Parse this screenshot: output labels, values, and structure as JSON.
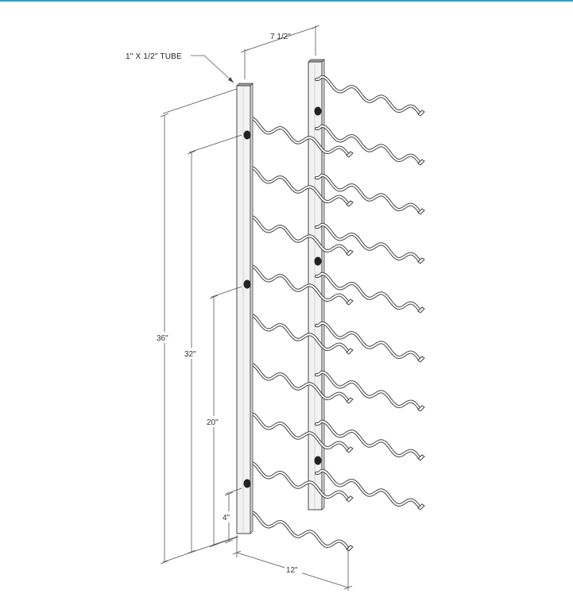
{
  "colors": {
    "accent_bar": "#2aa3c9",
    "line": "#444444",
    "tube_fill": "#f2f2f2",
    "tube_cap": "#9a9a9a",
    "mount_hole": "#222222"
  },
  "callout": {
    "tube_label": "1\" X 1/2\" TUBE"
  },
  "dimensions": {
    "tube_spacing": "7 1/2\"",
    "total_height": "36\"",
    "height_32": "32\"",
    "height_20": "20\"",
    "height_4": "4\"",
    "depth": "12\""
  },
  "rack": {
    "wire_rows": 9,
    "mount_holes_front": 3,
    "mount_holes_back": 3
  }
}
